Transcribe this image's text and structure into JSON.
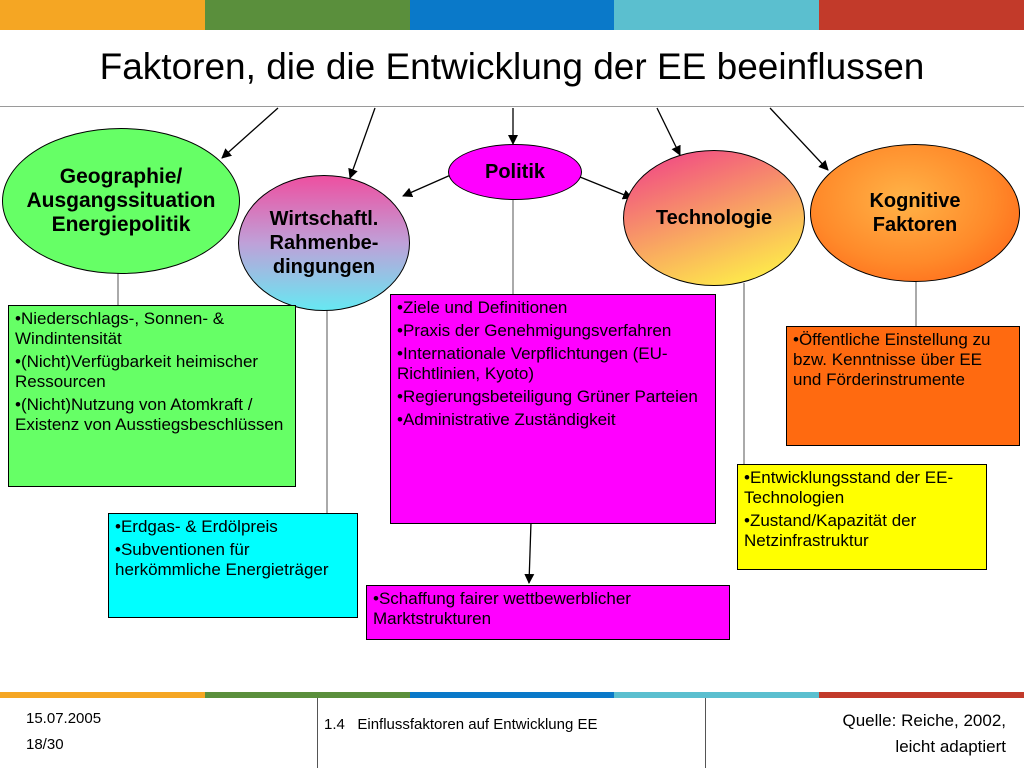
{
  "slide": {
    "title": "Faktoren, die die Entwicklung der EE beeinflussen",
    "bar_colors": [
      "#f5a623",
      "#5a8f3c",
      "#0a79c9",
      "#5bbfcf",
      "#c23a2a"
    ]
  },
  "ellipses": {
    "geographie": "Geographie/ Ausgangssituation Energiepolitik",
    "wirtschaft": "Wirtschaftl. Rahmenbe-dingungen",
    "politik": "Politik",
    "technologie": "Technologie",
    "kognitive": "Kognitive Faktoren"
  },
  "boxes": {
    "geographie": [
      "•Niederschlags-, Sonnen- & Windintensität",
      "•(Nicht)Verfügbarkeit heimischer Ressourcen",
      "•(Nicht)Nutzung von Atomkraft / Existenz von Ausstiegsbeschlüssen"
    ],
    "wirtschaft": [
      "•Erdgas- & Erdölpreis",
      "•Subventionen für herkömmliche Energieträger"
    ],
    "politik": [
      "•Ziele und Definitionen",
      "•Praxis der Genehmigungsverfahren",
      "•Internationale Verpflichtungen (EU-Richtlinien, Kyoto)",
      "•Regierungsbeteiligung Grüner Parteien",
      "•Administrative Zuständigkeit"
    ],
    "markt": [
      "•Schaffung fairer wettbewerblicher Marktstrukturen"
    ],
    "technologie": [
      "•Entwicklungsstand der EE-Technologien",
      "•Zustand/Kapazität der Netzinfrastruktur"
    ],
    "kognitive": [
      "•Öffentliche Einstellung zu bzw. Kenntnisse über EE und Förderinstrumente"
    ]
  },
  "footer": {
    "date": "15.07.2005",
    "page": "18/30",
    "section": "1.4   Einflussfaktoren auf Entwicklung EE",
    "source_line1": "Quelle: Reiche, 2002,",
    "source_line2": "leicht adaptiert"
  }
}
